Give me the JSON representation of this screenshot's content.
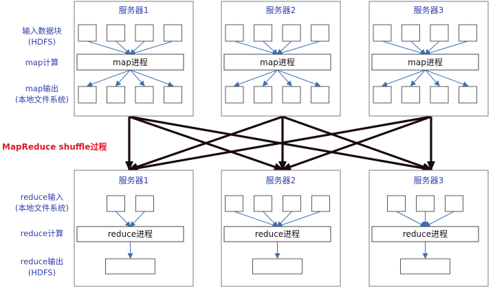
{
  "map_servers": [
    {
      "title": "服务器1",
      "process_label": "map进程",
      "inputs": 4,
      "outputs": 4
    },
    {
      "title": "服务器2",
      "process_label": "map进程",
      "inputs": 4,
      "outputs": 4
    },
    {
      "title": "服务器3",
      "process_label": "map进程",
      "inputs": 4,
      "outputs": 4
    }
  ],
  "reduce_servers": [
    {
      "title": "服务器1",
      "process_label": "reduce进程",
      "inputs": 2,
      "outputs": 1
    },
    {
      "title": "服务器2",
      "process_label": "reduce进程",
      "inputs": 4,
      "outputs": 1
    },
    {
      "title": "服务器3",
      "process_label": "reduce进程",
      "inputs": 3,
      "outputs": 1
    }
  ],
  "row_labels": {
    "map_input": [
      "输入数据块",
      "(HDFS)"
    ],
    "map_compute": [
      "map计算"
    ],
    "map_output": [
      "map输出",
      "(本地文件系统)"
    ],
    "reduce_input": [
      "reduce输入",
      "(本地文件系统)"
    ],
    "reduce_compute": [
      "reduce计算"
    ],
    "reduce_output": [
      "reduce输出",
      "(HDFS)"
    ]
  },
  "shuffle_label": "MapReduce shuffle过程",
  "colors": {
    "label_blue": "#2f3ea7",
    "shuffle_red": "#e0182a",
    "arrow_blue": "#3d6fb4",
    "shuffle_arrow": "#1a0a0a"
  }
}
